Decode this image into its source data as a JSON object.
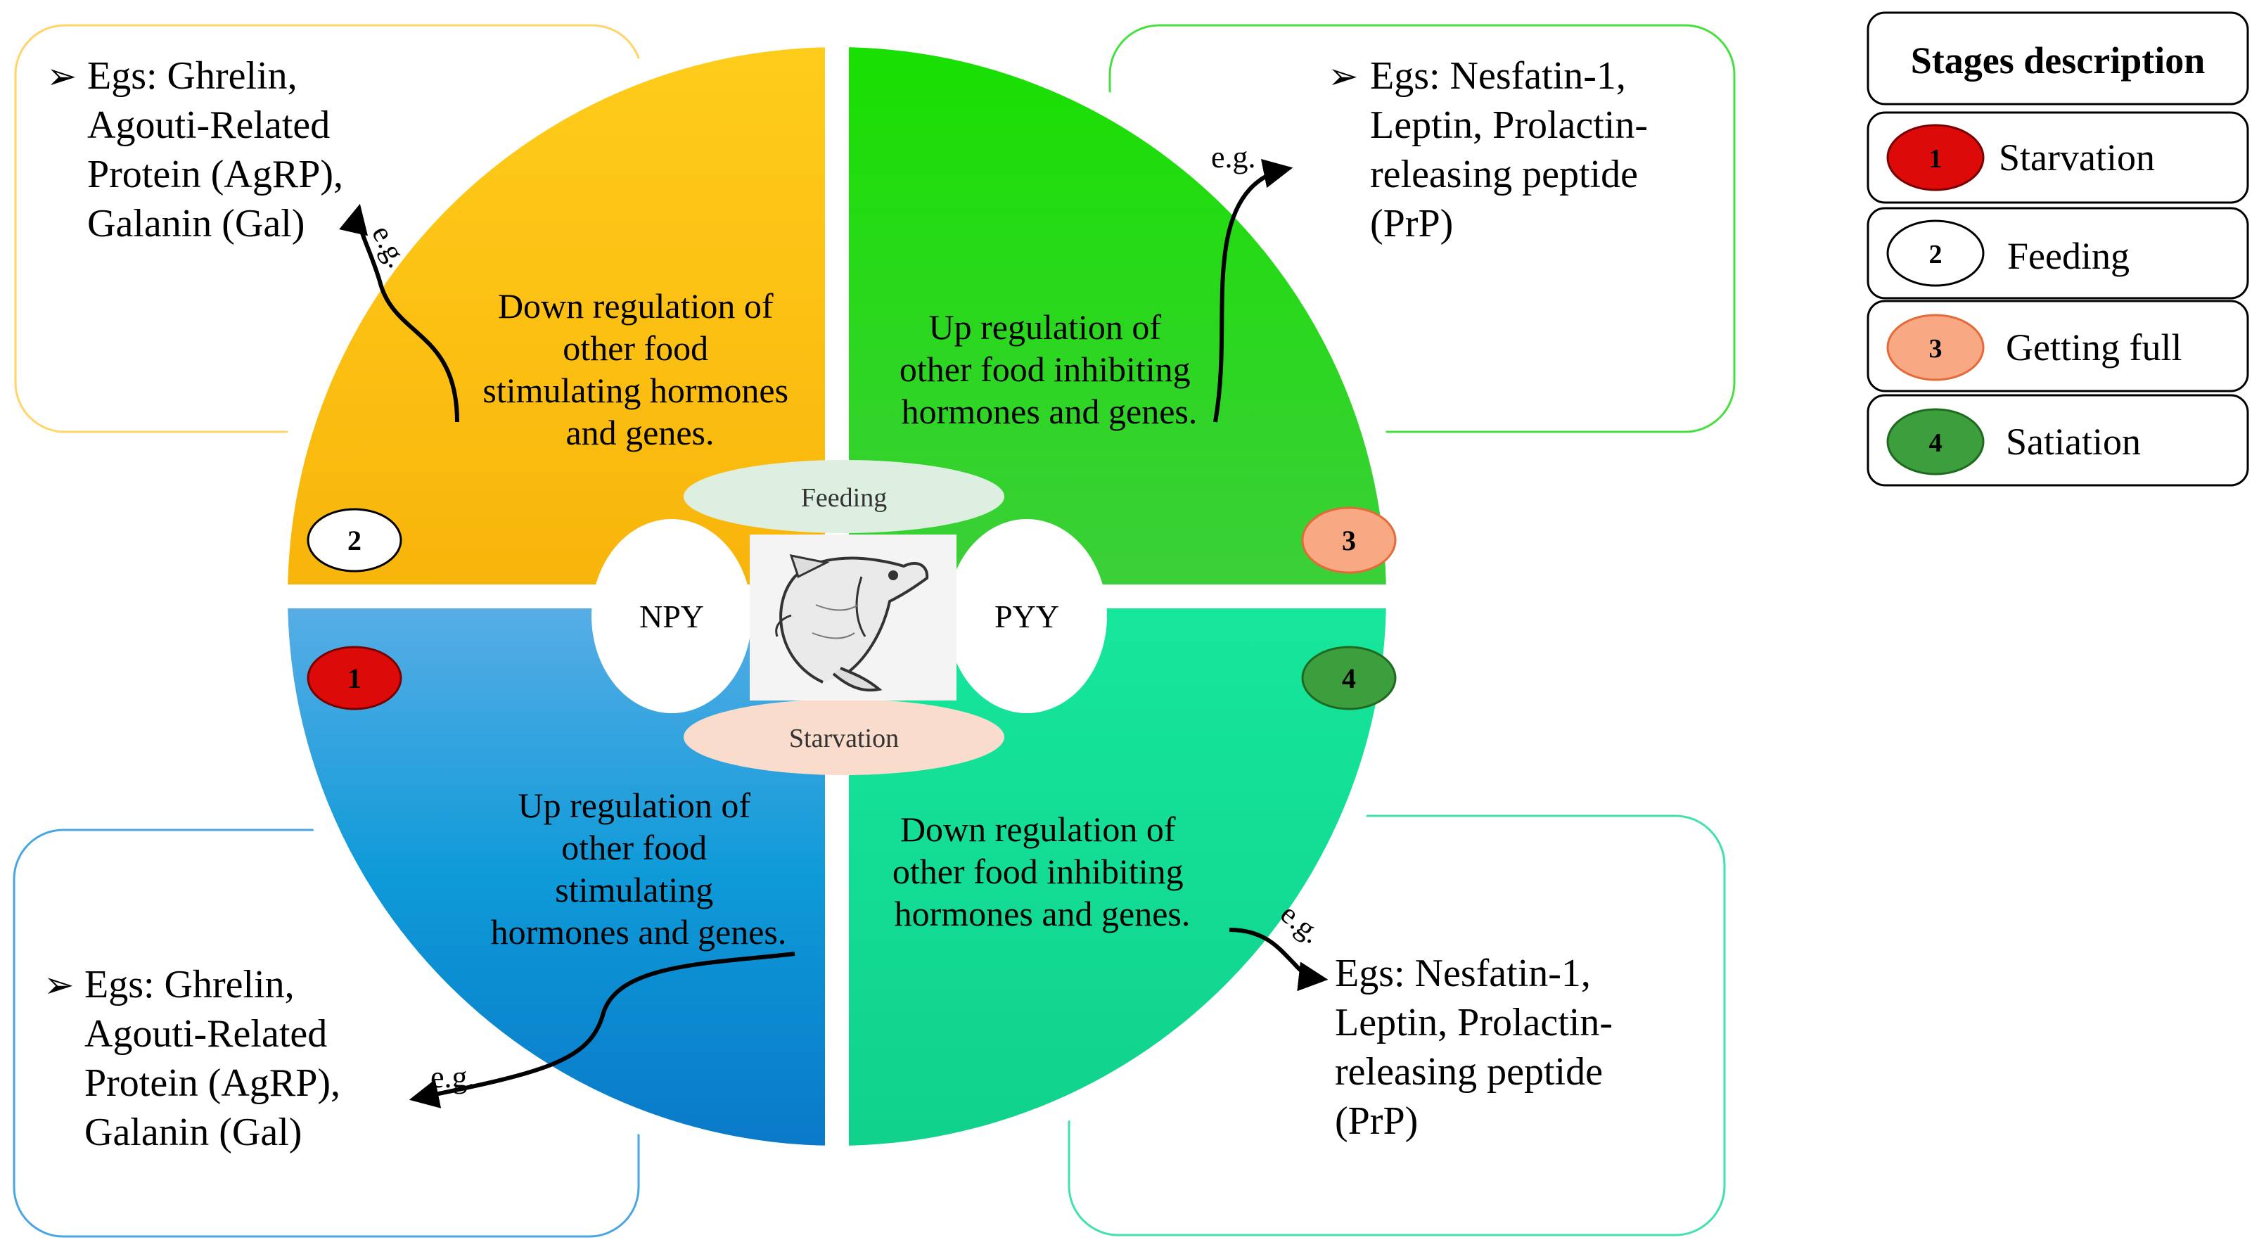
{
  "colors": {
    "q_feeding": "#ffc107",
    "q_getting_full": "#2fd323",
    "q_starvation": "#1e90d8",
    "q_satiation": "#12d49a",
    "badge_starvation": "#dd0a0a",
    "badge_feeding": "#ffffff",
    "badge_getting_full": "#f8a882",
    "badge_satiation": "#3d9e3d",
    "oval_feeding": "#dcefe0",
    "oval_starvation": "#f9dccb"
  },
  "center": {
    "left_hormone": "NPY",
    "right_hormone": "PYY",
    "top_state": "Feeding",
    "bottom_state": "Starvation",
    "image_icon": "fish-icon"
  },
  "quadrants": {
    "feeding": {
      "badge": "2",
      "text": [
        "Down regulation of",
        "other food",
        "stimulating hormones",
        "and genes."
      ],
      "eg": "e.g.",
      "box_lines": [
        "Egs: Ghrelin,",
        "Agouti-Related",
        "Protein (AgRP),",
        "Galanin (Gal)"
      ]
    },
    "getting_full": {
      "badge": "3",
      "text": [
        "Up regulation of",
        "other food inhibiting",
        "hormones and genes."
      ],
      "eg": "e.g.",
      "box_lines": [
        "Egs: Nesfatin-1,",
        "Leptin, Prolactin-",
        "releasing peptide",
        "(PrP)"
      ]
    },
    "starvation": {
      "badge": "1",
      "text": [
        "Up regulation of",
        "other food",
        "stimulating",
        "hormones and genes."
      ],
      "eg": "e.g.",
      "box_lines": [
        "Egs: Ghrelin,",
        "Agouti-Related",
        "Protein (AgRP),",
        "Galanin (Gal)"
      ]
    },
    "satiation": {
      "badge": "4",
      "text": [
        "Down regulation of",
        "other food inhibiting",
        "hormones and genes."
      ],
      "eg": "e.g.",
      "box_lines": [
        "Egs: Nesfatin-1,",
        "Leptin, Prolactin-",
        "releasing peptide",
        "(PrP)"
      ]
    }
  },
  "legend": {
    "title": "Stages description",
    "items": [
      {
        "number": "1",
        "label": "Starvation",
        "color": "#dd0a0a"
      },
      {
        "number": "2",
        "label": "Feeding",
        "color": "#ffffff"
      },
      {
        "number": "3",
        "label": "Getting full",
        "color": "#f8a882"
      },
      {
        "number": "4",
        "label": "Satiation",
        "color": "#3d9e3d"
      }
    ]
  }
}
